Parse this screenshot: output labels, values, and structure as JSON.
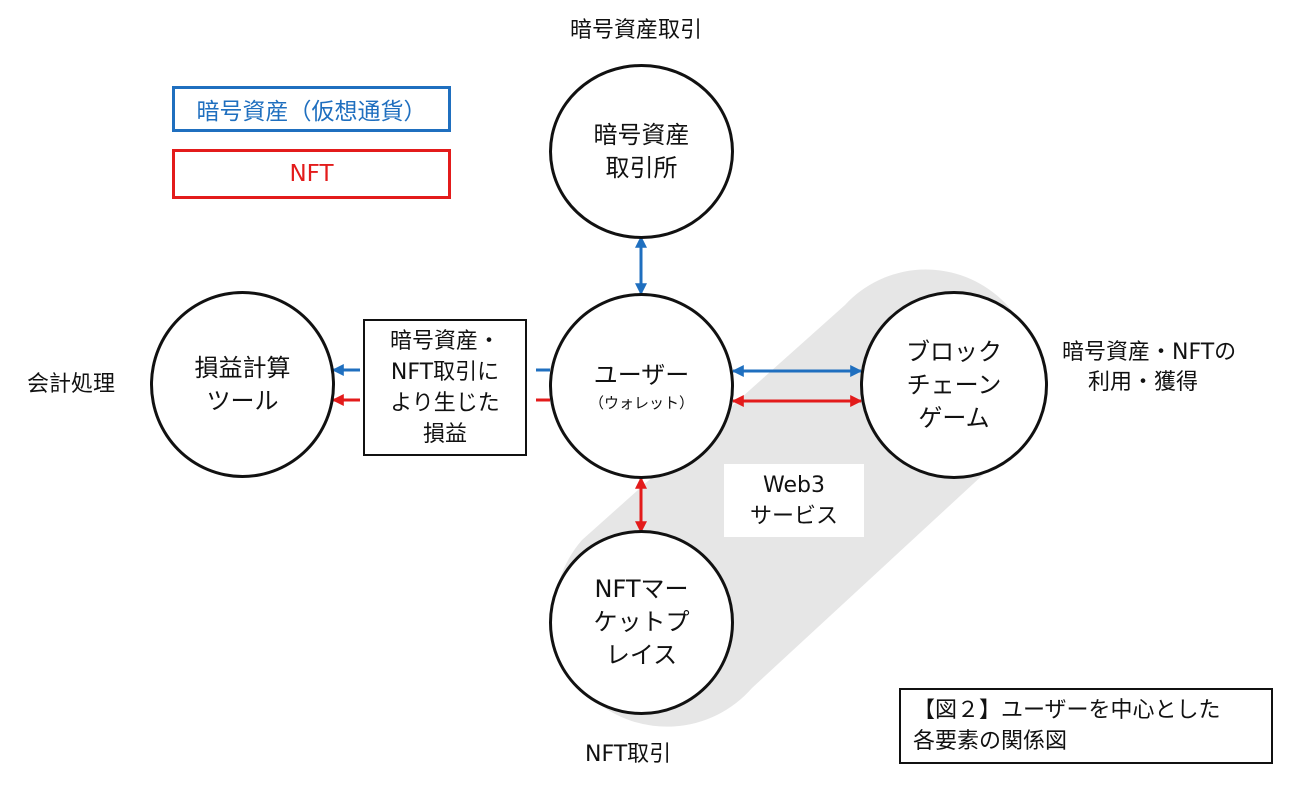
{
  "legend": {
    "crypto": {
      "label": "暗号資産（仮想通貨）",
      "color": "#1f6fbf"
    },
    "nft": {
      "label": "NFT",
      "color": "#e31b1b"
    }
  },
  "nodes": {
    "exchange": {
      "lines": [
        "暗号資産",
        "取引所"
      ]
    },
    "user": {
      "line1": "ユーザー",
      "line2": "（ウォレット）"
    },
    "tax_tool": {
      "lines": [
        "損益計算",
        "ツール"
      ]
    },
    "game": {
      "lines": [
        "ブロック",
        "チェーン",
        "ゲーム"
      ]
    },
    "marketplace": {
      "lines": [
        "NFTマー",
        "ケットプ",
        "レイス"
      ]
    }
  },
  "labels": {
    "exchange_caption": "暗号資産取引",
    "accounting": "会計処理",
    "game_caption": [
      "暗号資産・NFTの",
      "利用・獲得"
    ],
    "nft_caption": "NFT取引"
  },
  "profit_box": {
    "lines": [
      "暗号資産・",
      "NFT取引に",
      "より生じた",
      "損益"
    ]
  },
  "web3": {
    "lines": [
      "Web3",
      "サービス"
    ],
    "band_color": "#e6e6e6"
  },
  "figure_caption": {
    "lines": [
      "【図２】ユーザーを中心とした",
      "各要素の関係図"
    ]
  }
}
